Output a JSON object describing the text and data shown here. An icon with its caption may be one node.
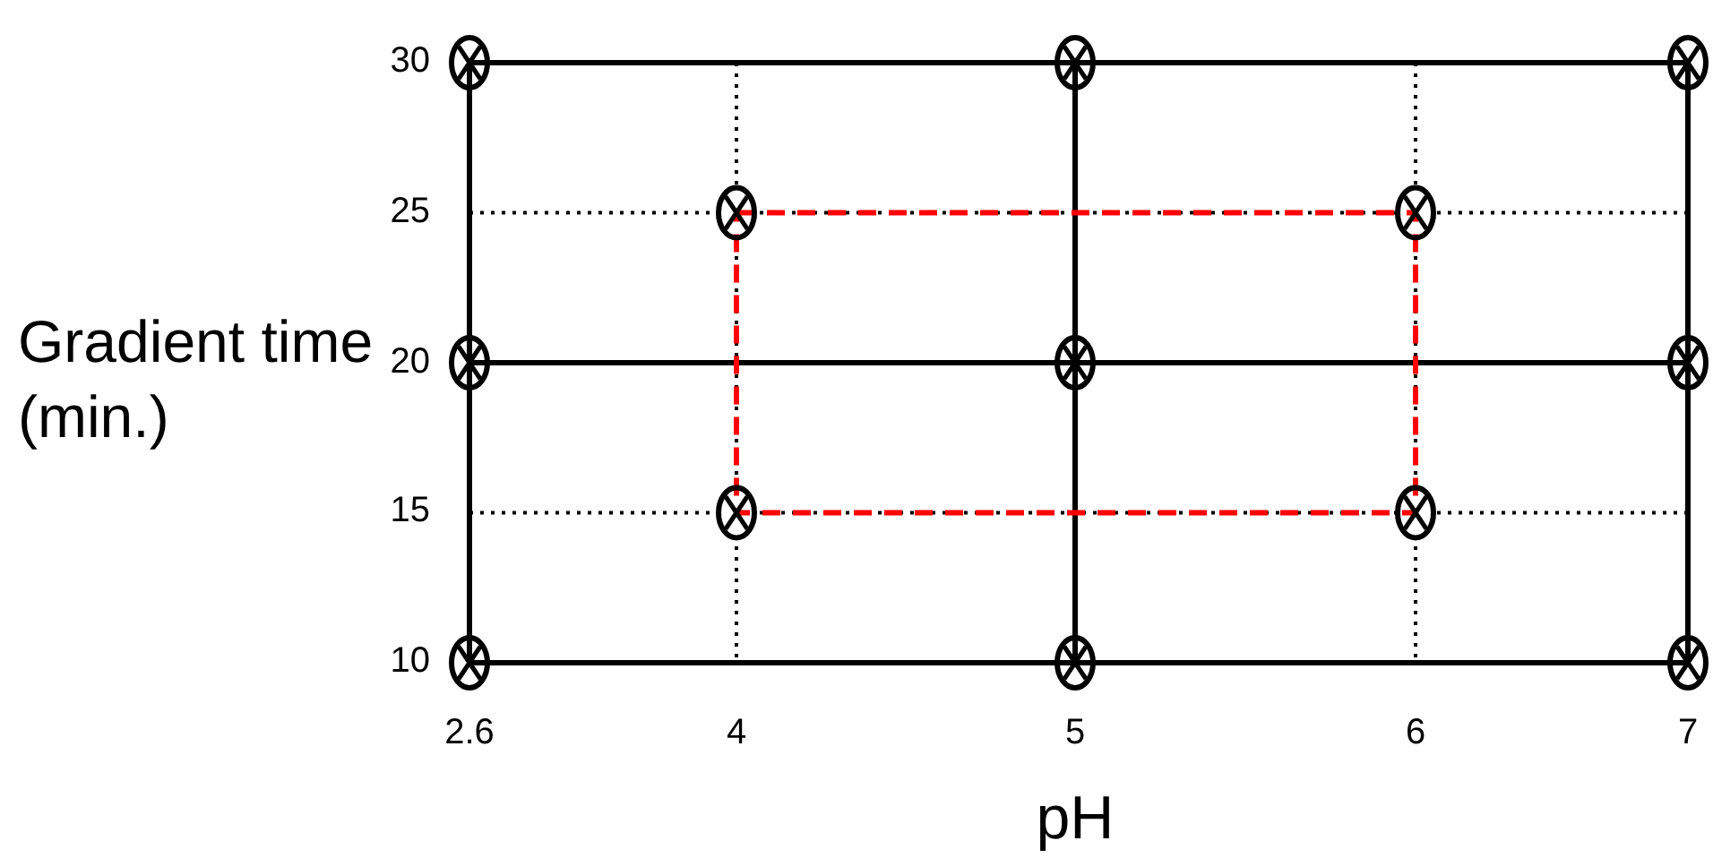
{
  "diagram": {
    "chart_data": {
      "type": "scatter",
      "xlabel": "pH",
      "ylabel": "Gradient time (min.)",
      "categories": [
        "2.6",
        "4",
        "5",
        "6",
        "7"
      ],
      "ylim": [
        10,
        30
      ],
      "grid": true,
      "yticks": [
        10,
        15,
        20,
        25,
        30
      ],
      "series": [
        {
          "color": "#000000",
          "values": [
            30,
            null,
            30,
            null,
            30
          ]
        },
        {
          "color": "#000000",
          "values": [
            null,
            25,
            null,
            25,
            null
          ]
        },
        {
          "color": "#000000",
          "values": [
            20,
            null,
            20,
            null,
            20
          ]
        },
        {
          "color": "#000000",
          "values": [
            null,
            15,
            null,
            15,
            null
          ]
        },
        {
          "color": "#000000",
          "values": [
            10,
            null,
            10,
            null,
            10
          ]
        }
      ]
    }
  }
}
